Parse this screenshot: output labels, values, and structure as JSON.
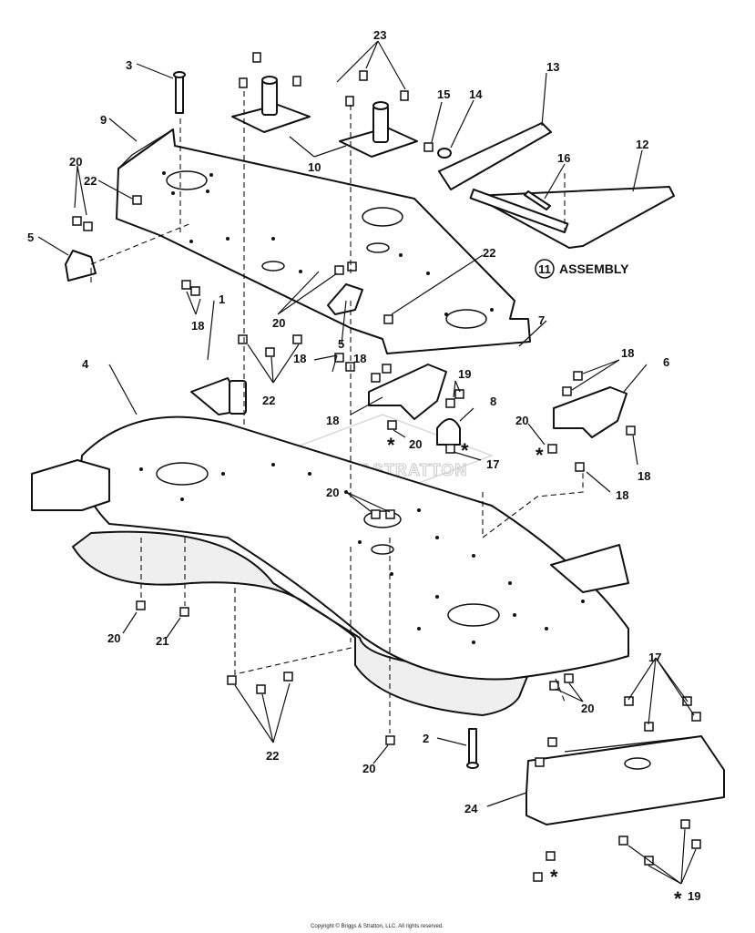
{
  "callouts": {
    "c1": "1",
    "c2": "2",
    "c3": "3",
    "c4": "4",
    "c5a": "5",
    "c5b": "5",
    "c6": "6",
    "c7": "7",
    "c8": "8",
    "c9": "9",
    "c10": "10",
    "c12": "12",
    "c13": "13",
    "c14": "14",
    "c15": "15",
    "c16": "16",
    "c17a": "17",
    "c17b": "17",
    "c18a": "18",
    "c18b": "18",
    "c18c": "18",
    "c18d": "18",
    "c18e": "18",
    "c18f": "18",
    "c19a": "19",
    "c19b": "19",
    "c20a": "20",
    "c20b": "20",
    "c20c": "20",
    "c20d": "20",
    "c20e": "20",
    "c20f": "20",
    "c20g": "20",
    "c20h": "20",
    "c21": "21",
    "c22a": "22",
    "c22b": "22",
    "c22c": "22",
    "c22d": "22",
    "c23": "23",
    "c24": "24"
  },
  "assembly": {
    "number": "11",
    "label": "ASSEMBLY"
  },
  "star": "*",
  "watermark": "BRIGGS&STRATTON",
  "copyright": "Copyright © Briggs & Stratton, LLC. All rights reserved."
}
